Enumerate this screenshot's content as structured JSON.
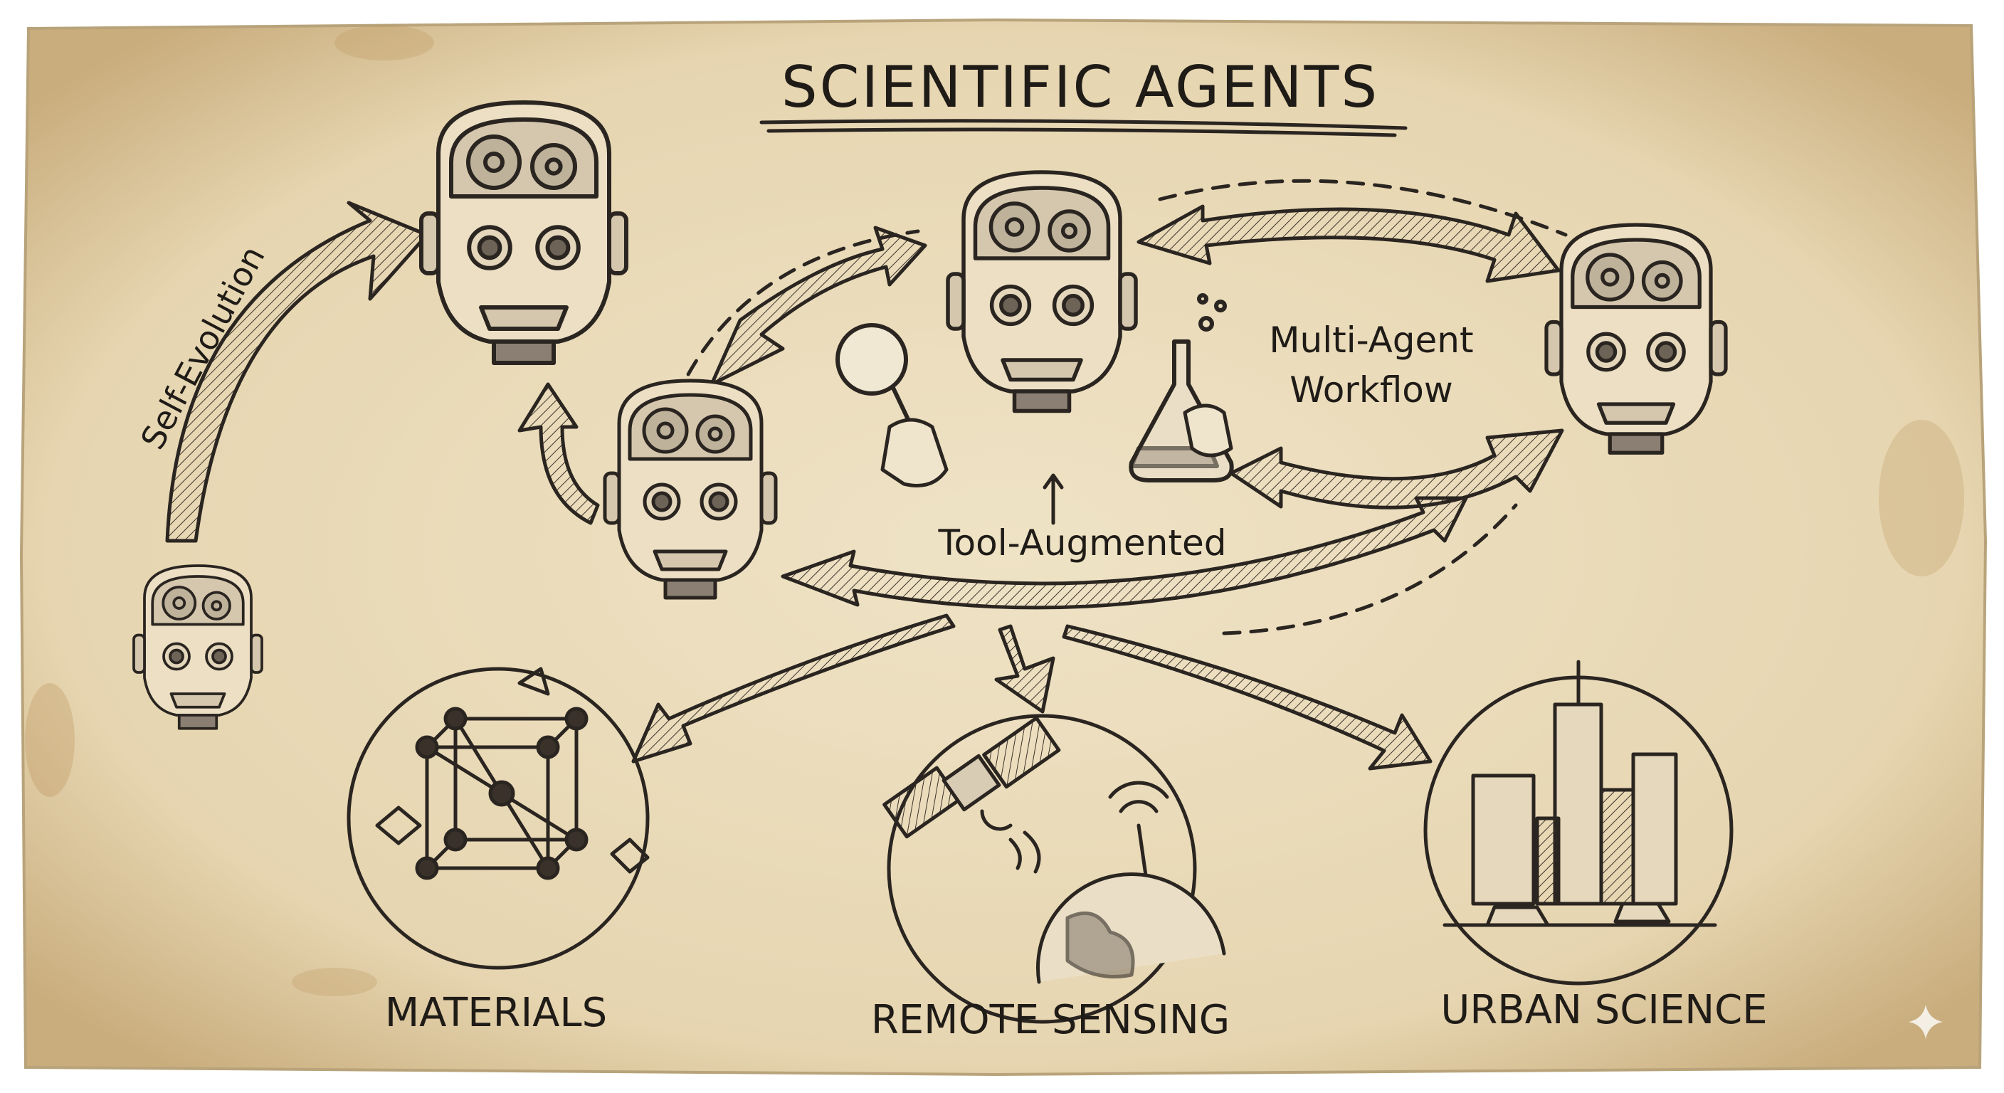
{
  "title": "SCIENTIFIC AGENTS",
  "labels": {
    "self_evolution": "Self-Evolution",
    "multi_agent_line1": "Multi-Agent",
    "multi_agent_line2": "Workflow",
    "tool_augmented": "Tool-Augmented"
  },
  "domains": [
    {
      "label": "MATERIALS",
      "icon": "crystal-lattice-icon"
    },
    {
      "label": "REMOTE SENSING",
      "icon": "satellite-globe-icon"
    },
    {
      "label": "URBAN SCIENCE",
      "icon": "city-skyline-icon"
    }
  ],
  "colors": {
    "paper": "#e8d9b9",
    "paper_edge": "#c9b38a",
    "ink": "#2a2520",
    "stain": "#b98f55"
  }
}
